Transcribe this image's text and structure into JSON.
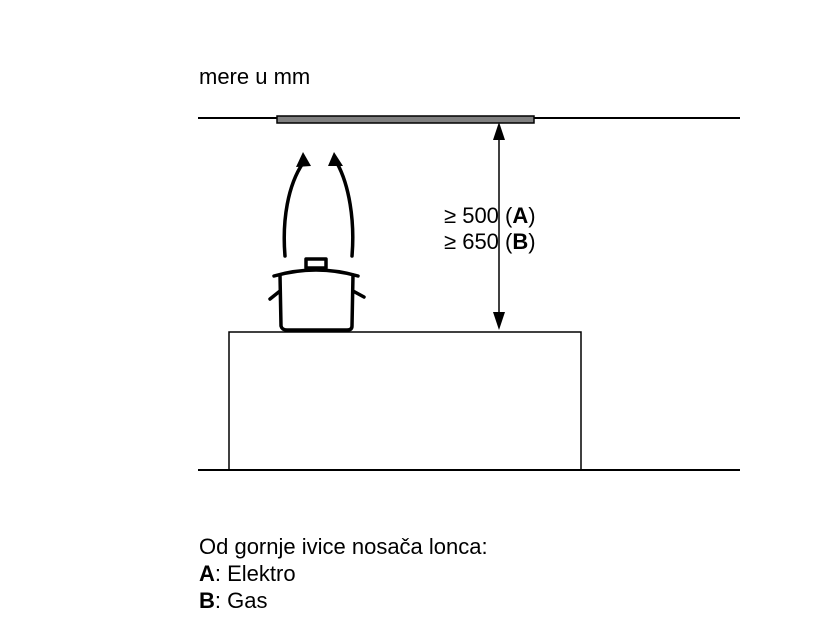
{
  "units_label": "mere u mm",
  "dimension": {
    "prefix": "≥",
    "lines": [
      {
        "value": "500",
        "key": "A"
      },
      {
        "value": "650",
        "key": "B"
      }
    ]
  },
  "legend": {
    "heading": "Od gornje ivice nosača lonca:",
    "items": [
      {
        "key": "A",
        "text": ": Elektro"
      },
      {
        "key": "B",
        "text": ": Gas"
      }
    ]
  },
  "colors": {
    "line": "#000000",
    "hood": "#808080"
  },
  "icons": [
    "steam-arrow-icon",
    "pot-icon",
    "double-arrow-icon"
  ]
}
